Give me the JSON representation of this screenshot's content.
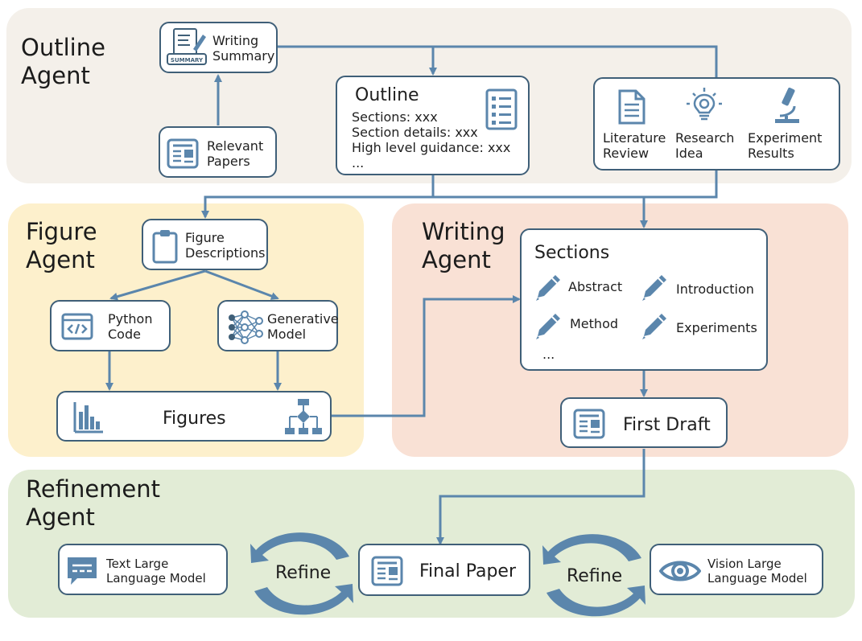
{
  "colors": {
    "line": "#5b86ac",
    "icon": "#5b86ac",
    "box_border": "#3f5f78",
    "outline_bg": "#f4f0ea",
    "figure_bg": "#fdf0cc",
    "writing_bg": "#f9e1d5",
    "refinement_bg": "#e2ecd6"
  },
  "outline_agent": {
    "title": "Outline\nAgent",
    "writing_summary": {
      "label": "Writing\nSummary",
      "icon_text": "SUMMARY",
      "icon": "summary-document-icon"
    },
    "relevant_papers": {
      "label": "Relevant\nPapers",
      "icon": "newspaper-icon"
    },
    "outline": {
      "title": "Outline",
      "lines": [
        "Sections: xxx",
        "Section details: xxx",
        "High level guidance: xxx",
        "..."
      ],
      "icon": "list-icon"
    },
    "inputs": [
      {
        "label": "Literature\nReview",
        "icon": "document-icon"
      },
      {
        "label": "Research\nIdea",
        "icon": "lightbulb-icon"
      },
      {
        "label": "Experiment\nResults",
        "icon": "microscope-icon"
      }
    ]
  },
  "figure_agent": {
    "title": "Figure\nAgent",
    "descriptions": {
      "label": "Figure\nDescriptions",
      "icon": "clipboard-icon"
    },
    "python_code": {
      "label": "Python\nCode",
      "icon": "code-window-icon"
    },
    "generative_model": {
      "label": "Generative\nModel",
      "icon": "neural-network-icon"
    },
    "figures": {
      "label": "Figures",
      "icons": [
        "bar-chart-icon",
        "flowchart-icon"
      ]
    }
  },
  "writing_agent": {
    "title": "Writing\nAgent",
    "sections": {
      "title": "Sections",
      "items": [
        "Abstract",
        "Introduction",
        "Method",
        "Experiments"
      ],
      "ellipsis": "...",
      "item_icon": "pencil-icon"
    },
    "first_draft": {
      "label": "First Draft",
      "icon": "newspaper-icon"
    }
  },
  "refinement_agent": {
    "title": "Refinement\nAgent",
    "text_llm": {
      "label": "Text Large\nLanguage Model",
      "icon": "chat-icon"
    },
    "refine_left": "Refine",
    "final_paper": {
      "label": "Final Paper",
      "icon": "newspaper-icon"
    },
    "refine_right": "Refine",
    "vision_llm": {
      "label": "Vision Large\nLanguage Model",
      "icon": "eye-icon"
    }
  }
}
